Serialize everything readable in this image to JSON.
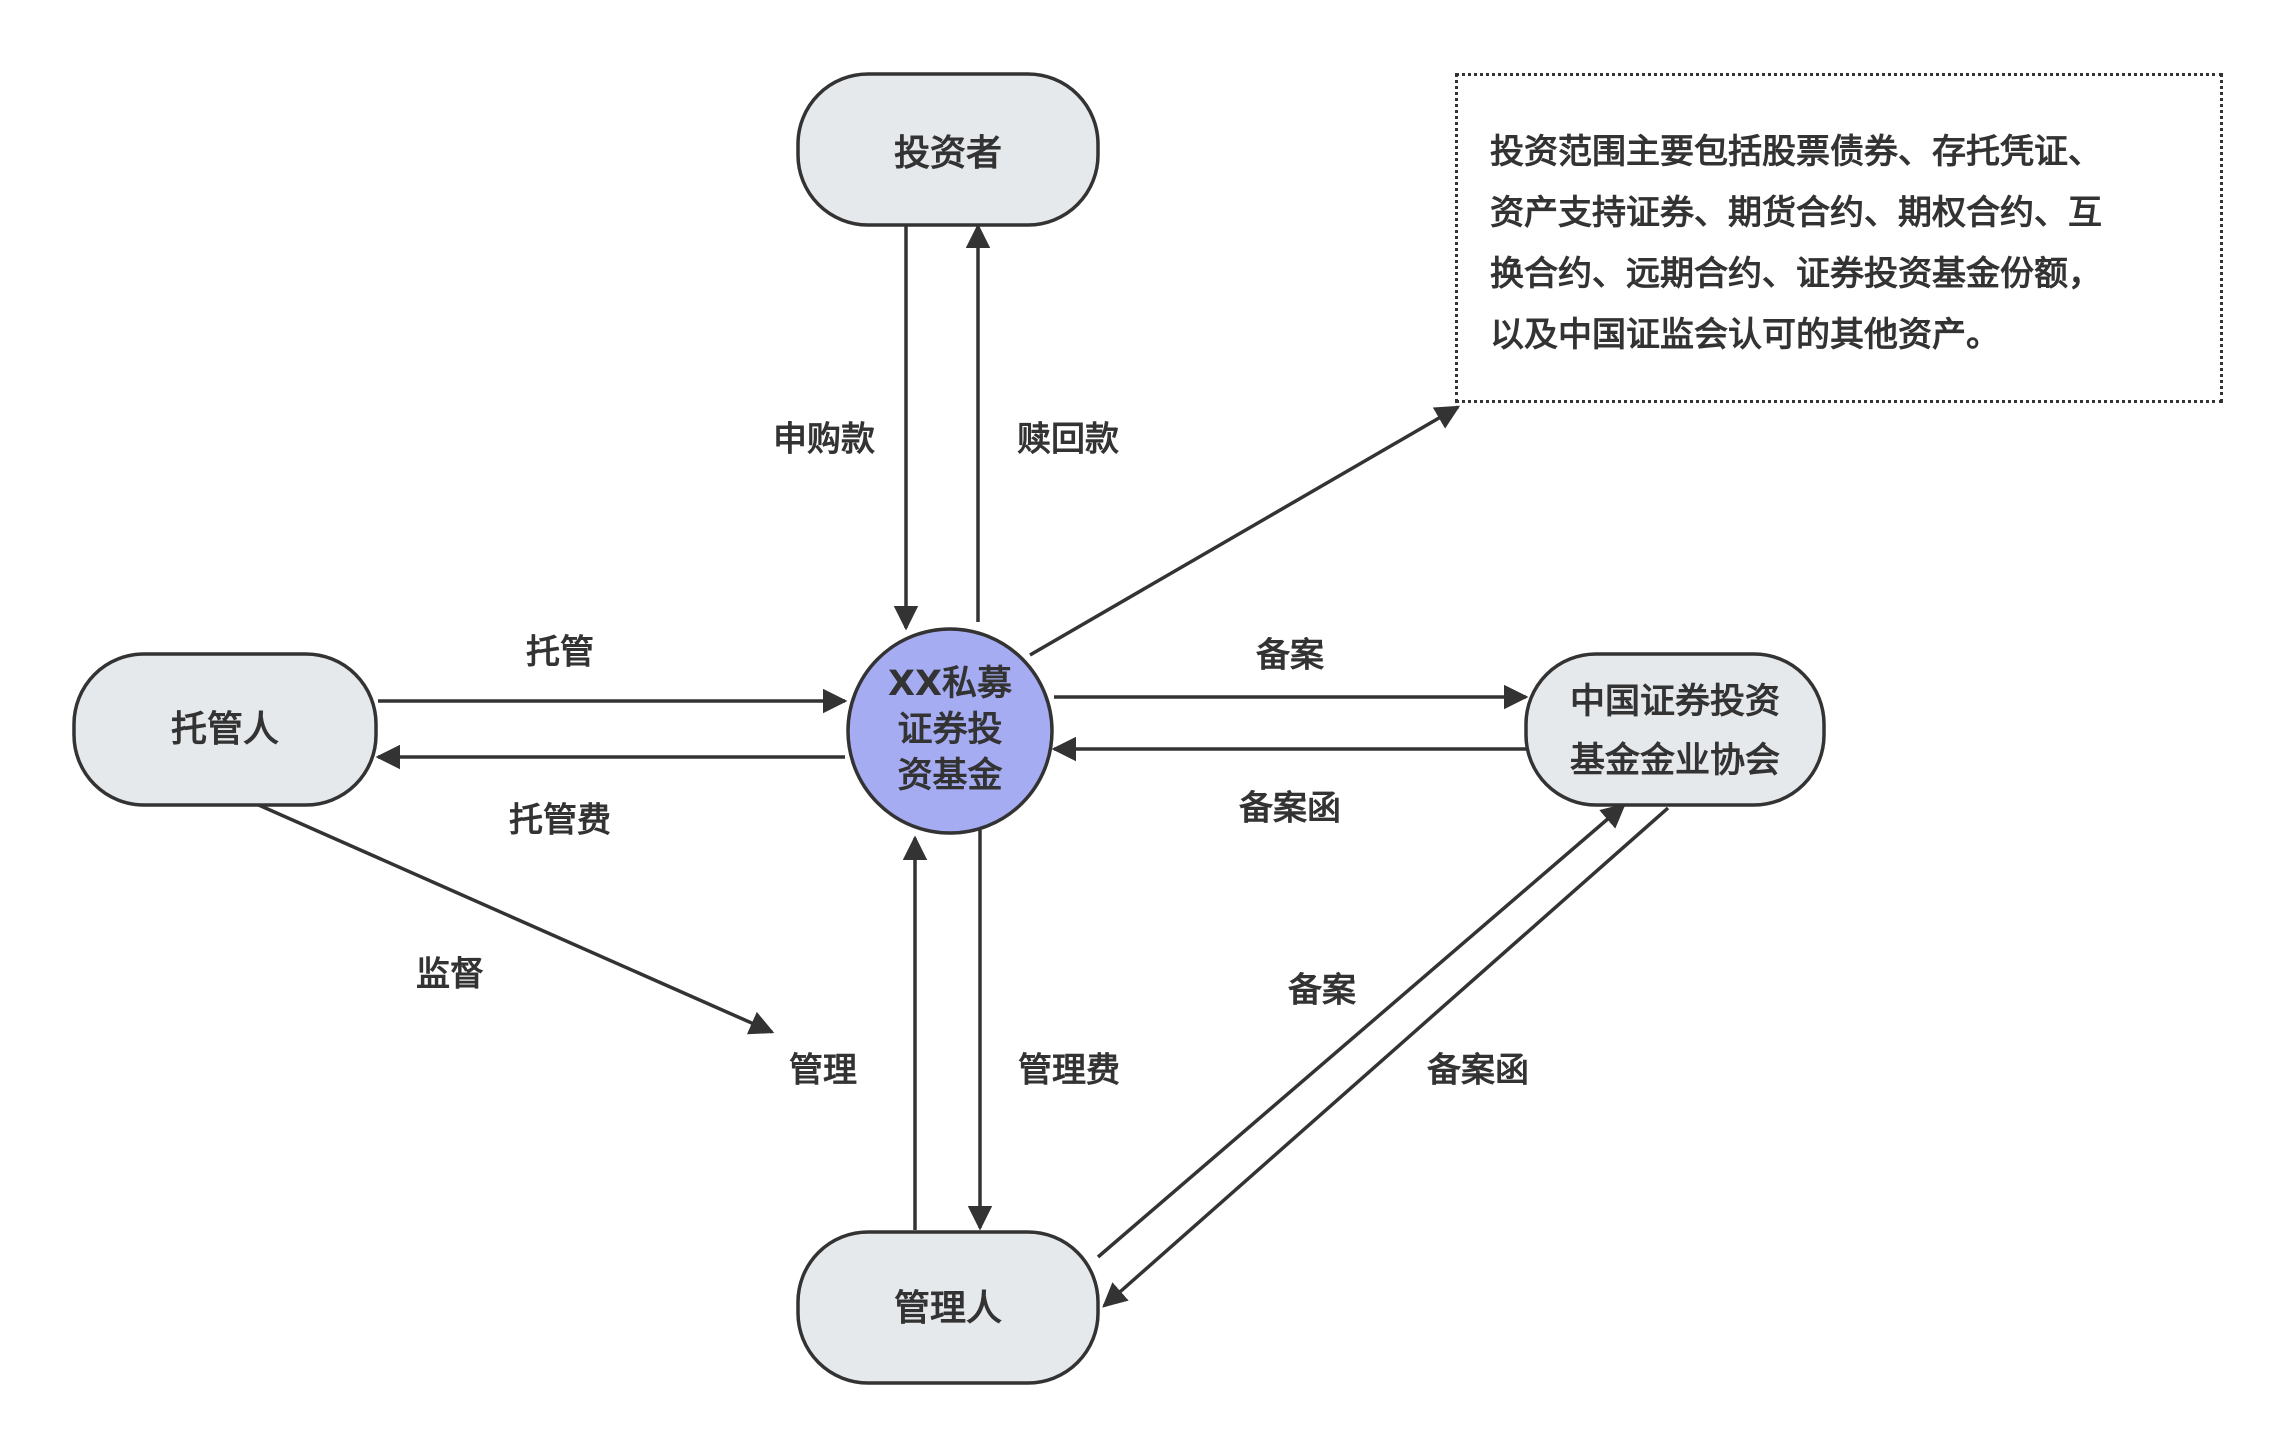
{
  "nodes": {
    "investor": "投资者",
    "custodian": "托管人",
    "fund": [
      "XX私募",
      "证券投",
      "资基金"
    ],
    "association": [
      "中国证券投资",
      "基金金业协会"
    ],
    "manager": "管理人"
  },
  "edges": {
    "subscription": "申购款",
    "redemption": "赎回款",
    "custody": "托管",
    "custody_fee": "托管费",
    "filing_top": "备案",
    "filing_letter_top": "备案函",
    "supervision": "监督",
    "management": "管理",
    "management_fee": "管理费",
    "filing_bottom": "备案",
    "filing_letter_bottom": "备案函"
  },
  "note": {
    "lines": [
      "投资范围主要包括股票债券、存托凭证、",
      "资产支持证券、期货合约、期权合约、互",
      "换合约、远期合约、证券投资基金份额，",
      "以及中国证监会认可的其他资产。"
    ]
  },
  "colors": {
    "node_fill": "#e6e9ec",
    "fund_fill": "#a6acf2",
    "stroke": "#333333"
  }
}
